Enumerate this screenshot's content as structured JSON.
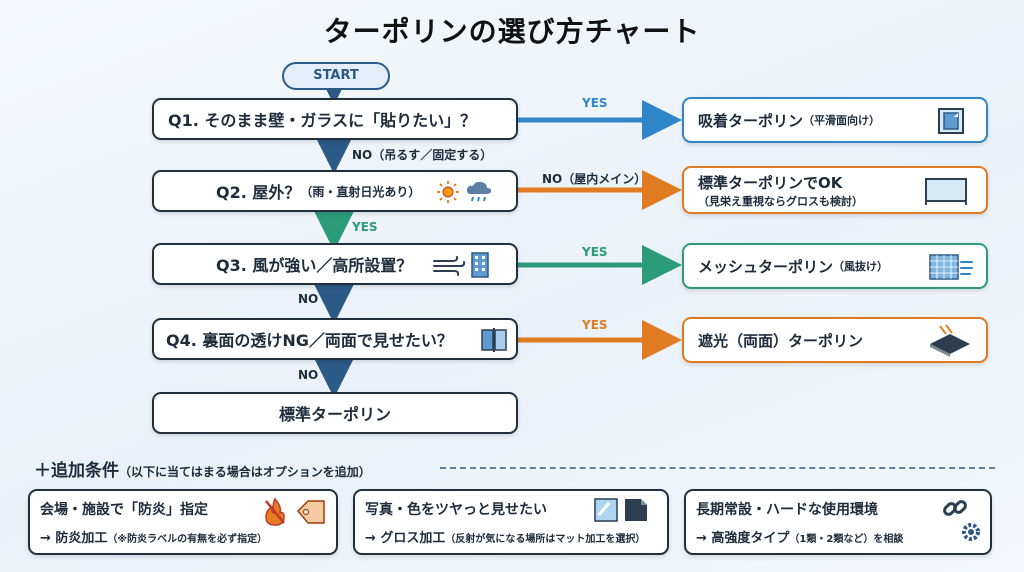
{
  "title": "ターポリンの選び方チャート",
  "start_label": "START",
  "questions": [
    {
      "label": "Q1. そのまま壁・ガラスに「貼りたい」？"
    },
    {
      "label": "Q2. 屋外？",
      "sub": "（雨・直射日光あり）"
    },
    {
      "label": "Q3. 風が強い／高所設置？"
    },
    {
      "label": "Q4. 裏面の透けNG／両面で見せたい？"
    }
  ],
  "final_box": "標準ターポリン",
  "branch_labels": {
    "q1_yes": "YES",
    "q1_no": "NO（吊るす／固定する）",
    "q2_no": "NO（屋内メイン）",
    "q2_yes": "YES",
    "q3_yes": "YES",
    "q3_no": "NO",
    "q4_yes": "YES",
    "q4_no": "NO"
  },
  "results": [
    {
      "main": "吸着ターポリン",
      "sub": "（平滑面向け）",
      "color": "#2f86c8",
      "icon": "glass-window-icon"
    },
    {
      "main": "標準ターポリンでOK",
      "sub": "（見栄え重視ならグロスも検討）",
      "color": "#e07b22",
      "icon": "banner-frame-icon"
    },
    {
      "main": "メッシュターポリン",
      "sub": "（風抜け）",
      "color": "#2c9b78",
      "icon": "mesh-wind-icon"
    },
    {
      "main": "遮光（両面）ターポリン",
      "sub": "",
      "color": "#e07b22",
      "icon": "blackout-sheet-icon"
    }
  ],
  "additional": {
    "title": "＋追加条件",
    "subtitle": "（以下に当てはまる場合はオプションを追加）",
    "cards": [
      {
        "heading": "会場・施設で「防炎」指定",
        "action": "→ 防炎加工",
        "note": "（※防炎ラベルの有無を必ず指定）"
      },
      {
        "heading": "写真・色をツヤっと見せたい",
        "action": "→ グロス加工",
        "note": "（反射が気になる場所はマット加工を選択）"
      },
      {
        "heading": "長期常設・ハードな使用環境",
        "action": "→ 高強度タイプ",
        "note": "（1類・2類など）を相談"
      }
    ]
  },
  "colors": {
    "blue": "#2f86c8",
    "green": "#2c9b78",
    "orange": "#e07b22",
    "navy": "#2c5a86"
  }
}
